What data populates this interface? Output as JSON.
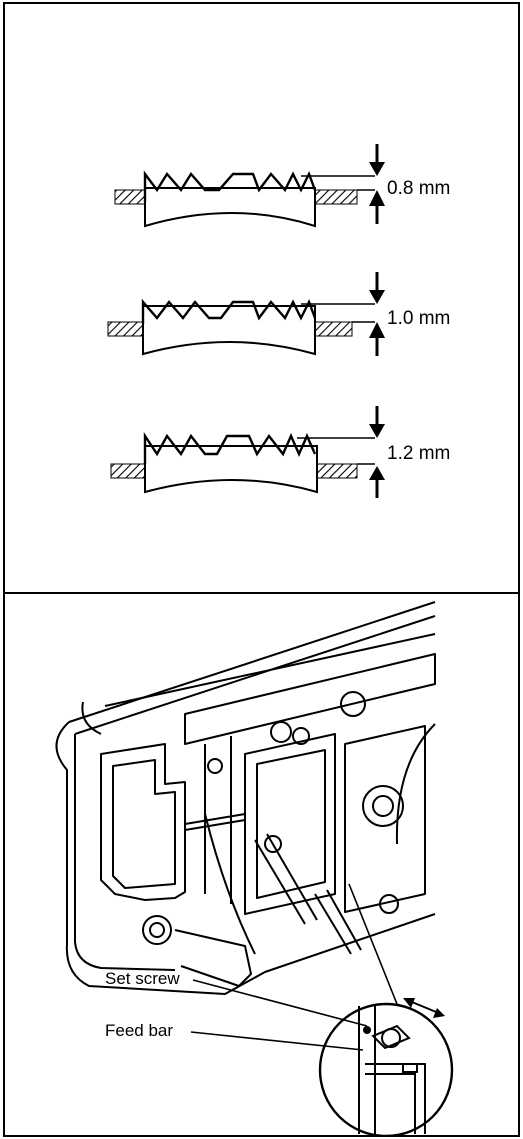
{
  "feed_dog_heights": [
    {
      "label": "0.8 mm"
    },
    {
      "label": "1.0 mm"
    },
    {
      "label": "1.2 mm"
    }
  ],
  "callouts": {
    "set_screw": "Set screw",
    "feed_bar": "Feed bar"
  }
}
